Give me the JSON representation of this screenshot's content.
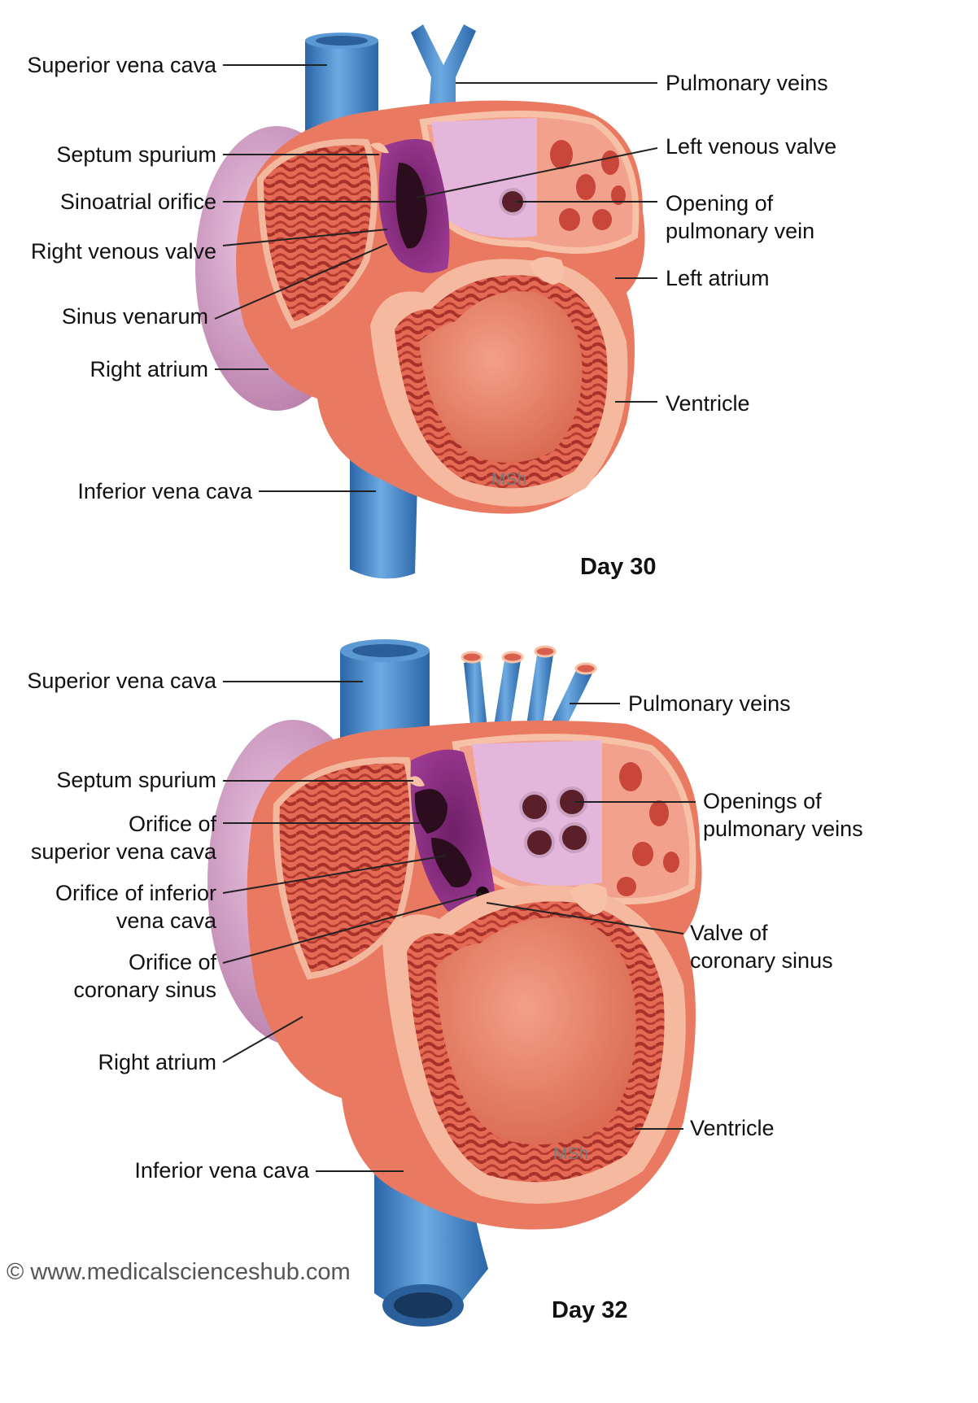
{
  "colors": {
    "vessel": "#3b7fc4",
    "vessel_light": "#69a7e0",
    "myocardium": "#e8836b",
    "wall_inner": "#f6c1a6",
    "trabeculae": "#c8463a",
    "sinus_purple": "#8a2a7e",
    "atrium_lilac": "#d9a3c9",
    "left_atrium_pink": "#e9bde0",
    "leader_line": "#222222"
  },
  "panels": [
    {
      "id": "day30",
      "title": "Day 30",
      "watermark": "MSh",
      "labels": {
        "superior_vena_cava": "Superior vena cava",
        "pulmonary_veins": "Pulmonary veins",
        "septum_spurium": "Septum spurium",
        "left_venous_valve": "Left venous valve",
        "sinoatrial_orifice": "Sinoatrial orifice",
        "opening_pulmonary_vein": "Opening of\npulmonary vein",
        "right_venous_valve": "Right venous valve",
        "left_atrium": "Left atrium",
        "sinus_venarum": "Sinus venarum",
        "right_atrium": "Right atrium",
        "ventricle": "Ventricle",
        "inferior_vena_cava": "Inferior vena cava"
      }
    },
    {
      "id": "day32",
      "title": "Day 32",
      "watermark": "MSh",
      "labels": {
        "superior_vena_cava": "Superior vena cava",
        "pulmonary_veins": "Pulmonary veins",
        "septum_spurium": "Septum spurium",
        "openings_pulmonary_veins": "Openings of\npulmonary veins",
        "orifice_svc": "Orifice of\nsuperior vena cava",
        "orifice_ivc": "Orifice of inferior\nvena cava",
        "valve_coronary_sinus": "Valve of\ncoronary sinus",
        "orifice_coronary_sinus": "Orifice of\ncoronary sinus",
        "right_atrium": "Right atrium",
        "ventricle": "Ventricle",
        "inferior_vena_cava": "Inferior vena cava"
      }
    }
  ],
  "copyright": "© www.medicalscienceshub.com"
}
